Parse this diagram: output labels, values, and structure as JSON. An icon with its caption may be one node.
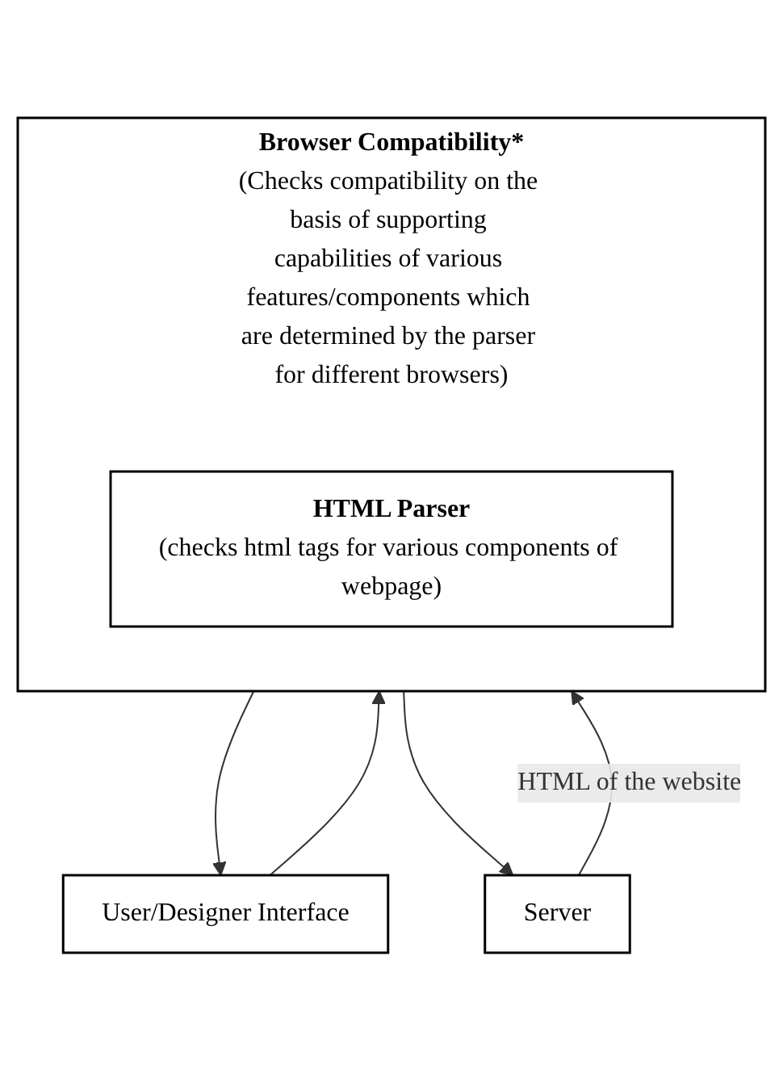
{
  "diagram": {
    "nodes": [
      {
        "text": [
          "User/Designer Interface"
        ]
      },
      {
        "text": [
          "Browser Compatibility*",
          "(Checks compatibility on the basis of supporting capabilities of various features/components which are determined by the parser for different browsers)"
        ]
      },
      {
        "text": [
          "HTML Parser",
          "(checks html tags for various components of webpage)"
        ],
        "in": 1
      },
      {
        "text": [
          "Server"
        ]
      }
    ],
    "edges": [
      {
        "from": 0,
        "to": 1,
        "arrow": "to"
      },
      {
        "from": 1,
        "to": 0,
        "arrow": "to"
      },
      {
        "from": 1,
        "to": 3,
        "arrow": "to"
      },
      {
        "from": 3,
        "to": 1,
        "arrow": "to",
        "label": "HTML of the website"
      }
    ]
  }
}
